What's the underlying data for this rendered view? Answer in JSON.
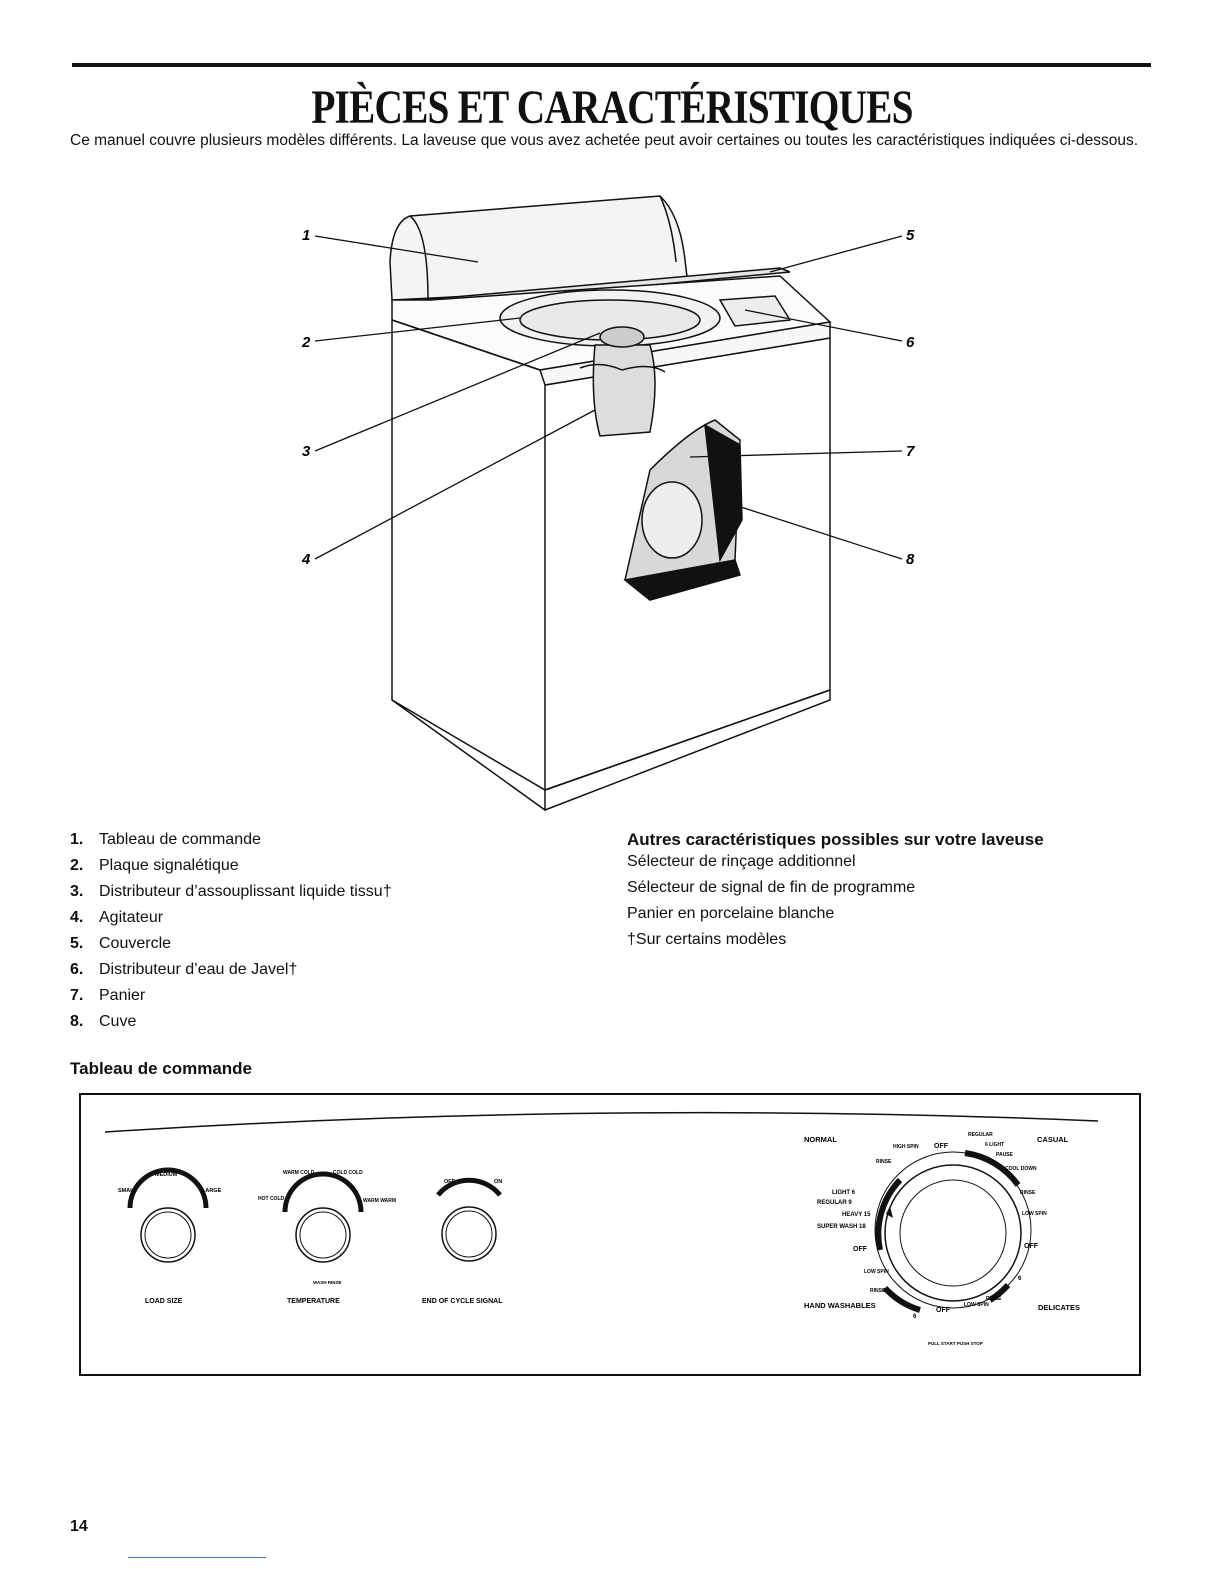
{
  "title": "PIÈCES ET CARACTÉRISTIQUES",
  "intro": "Ce manuel couvre plusieurs modèles différents. La laveuse que vous avez achetée peut avoir certaines ou toutes les caractéristiques indiquées ci-dessous.",
  "callouts": [
    "1",
    "2",
    "3",
    "4",
    "5",
    "6",
    "7",
    "8"
  ],
  "parts": [
    {
      "num": "1.",
      "label": "Tableau de commande"
    },
    {
      "num": "2.",
      "label": "Plaque signalétique"
    },
    {
      "num": "3.",
      "label": "Distributeur d’assouplissant liquide tissu†"
    },
    {
      "num": "4.",
      "label": "Agitateur"
    },
    {
      "num": "5.",
      "label": "Couvercle"
    },
    {
      "num": "6.",
      "label": "Distributeur d’eau de Javel†"
    },
    {
      "num": "7.",
      "label": "Panier"
    },
    {
      "num": "8.",
      "label": "Cuve"
    }
  ],
  "other_features": {
    "heading": "Autres caractéristiques possibles sur votre laveuse",
    "items": [
      "Sélecteur de rinçage additionnel",
      "Sélecteur de signal de fin de programme",
      "Panier en porcelaine blanche",
      "†Sur certains modèles"
    ]
  },
  "control_panel": {
    "heading": "Tableau de commande",
    "load_size": {
      "label": "LOAD SIZE",
      "options": [
        "SMALL",
        "MEDIUM",
        "LARGE"
      ]
    },
    "temperature": {
      "label": "TEMPERATURE",
      "options": [
        "HOT COLD",
        "WARM COLD",
        "COLD COLD",
        "WARM WARM"
      ],
      "sub": "WASH RINSE"
    },
    "end_of_cycle": {
      "label": "END OF CYCLE SIGNAL",
      "options": [
        "OFF",
        "ON"
      ]
    },
    "cycle_dial": {
      "groups": [
        "NORMAL",
        "CASUAL",
        "HAND WASHABLES",
        "DELICATES"
      ],
      "marks": [
        "HIGH SPIN",
        "OFF",
        "REGULAR",
        "6 LIGHT",
        "PAUSE",
        "COOL DOWN",
        "RINSE",
        "RINSE",
        "LOW SPIN",
        "OFF",
        "6",
        "LIGHT 6",
        "REGULAR 9",
        "HEAVY 15",
        "SUPER WASH 18",
        "OFF",
        "LOW SPIN",
        "RINSE",
        "6",
        "OFF",
        "LOW SPIN",
        "RINSE",
        "PULL START PUSH STOP"
      ]
    }
  },
  "page_number": "14"
}
